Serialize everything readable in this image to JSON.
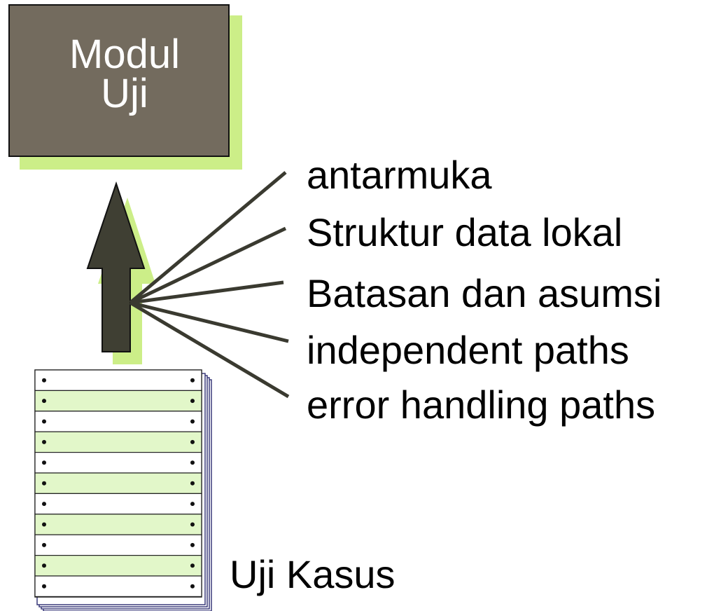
{
  "module": {
    "title_line1": "Modul",
    "title_line2": "Uji"
  },
  "aspects": [
    "antarmuka",
    "Struktur data lokal",
    "Batasan dan asumsi",
    "independent paths",
    "error handling paths"
  ],
  "test_cases": {
    "label": "Uji Kasus"
  },
  "colors": {
    "module_fill": "#736b5e",
    "shadow": "#ccee88",
    "arrow_fill": "#3f3f33",
    "stripe": "#e2f7c9",
    "line": "#3a3a30"
  },
  "icons": [
    "arrow-up-icon",
    "paper-stack-icon"
  ]
}
